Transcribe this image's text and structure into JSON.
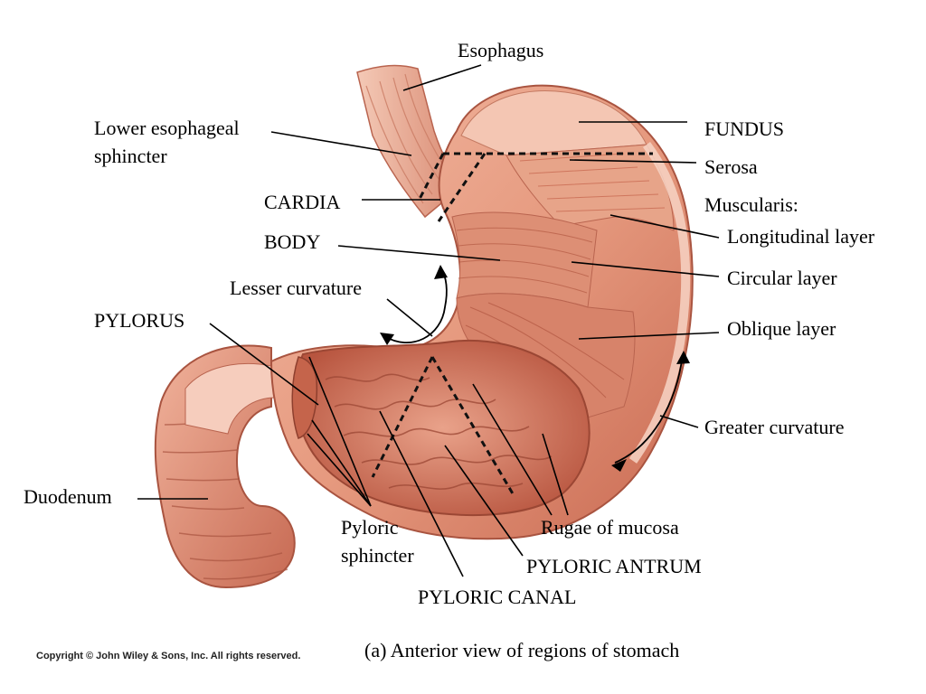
{
  "labels": {
    "esophagus": "Esophagus",
    "les": "Lower esophageal\nsphincter",
    "fundus": "FUNDUS",
    "serosa": "Serosa",
    "muscularis": "Muscularis:",
    "longitudinal": "Longitudinal layer",
    "circular": "Circular layer",
    "oblique": "Oblique layer",
    "cardia": "CARDIA",
    "body": "BODY",
    "lesser_curvature": "Lesser curvature",
    "pylorus": "PYLORUS",
    "greater_curvature": "Greater curvature",
    "duodenum": "Duodenum",
    "pyloric_sphincter": "Pyloric\nsphincter",
    "rugae": "Rugae of mucosa",
    "pyloric_antrum": "PYLORIC ANTRUM",
    "pyloric_canal": "PYLORIC CANAL"
  },
  "caption": "(a) Anterior view of regions of stomach",
  "copyright": "Copyright © John Wiley & Sons, Inc. All rights reserved.",
  "colors": {
    "tissue": "#e69a7f",
    "tissue_dark": "#c4634a",
    "tissue_light": "#f3c1ad",
    "mucosa": "#d98571",
    "leader": "#000000"
  }
}
